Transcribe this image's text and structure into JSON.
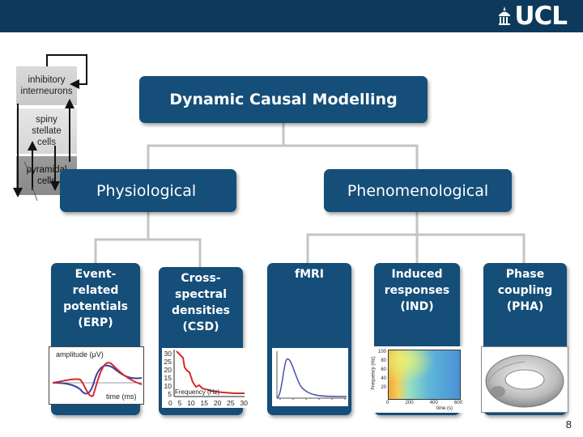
{
  "header": {
    "logo_text": "UCL"
  },
  "neurons": {
    "inhibitory": "inhibitory\ninterneurons",
    "spiny": "spiny\nstellate\ncells",
    "pyramidal": "pyramidal\ncells"
  },
  "tree": {
    "root": "Dynamic Causal Modelling",
    "physiological": "Physiological",
    "phenomenological": "Phenomenological",
    "erp": "Event-\nrelated\npotentials\n(ERP)",
    "csd": "Cross-\nspectral\ndensities\n(CSD)",
    "fmri": "fMRI",
    "ind": "Induced\nresponses\n(IND)",
    "pha": "Phase\ncoupling\n(PHA)"
  },
  "erp_plot": {
    "ylabel": "amplitude (μV)",
    "xlabel": "time (ms)"
  },
  "csd_plot": {
    "xlabel": "Frequency (Hz)",
    "yticks": [
      "30",
      "25",
      "20",
      "15",
      "10",
      "5"
    ],
    "xticks": [
      "0",
      "5",
      "10",
      "15",
      "20",
      "25",
      "30"
    ]
  },
  "ind_plot": {
    "yticks": [
      "100",
      "80",
      "60",
      "40",
      "20"
    ],
    "xticks": [
      "0",
      "200",
      "400",
      "600"
    ],
    "ylabel": "Frequency (Hz)",
    "xlabel": "time (s)"
  },
  "page_number": "8"
}
